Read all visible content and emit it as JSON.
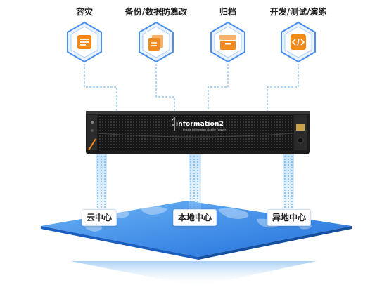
{
  "features": [
    {
      "label": "容灾",
      "icon": "disaster-recovery-icon"
    },
    {
      "label": "备份/数据防篡改",
      "icon": "backup-icon"
    },
    {
      "label": "归档",
      "icon": "archive-icon"
    },
    {
      "label": "开发/测试/演练",
      "icon": "code-icon"
    }
  ],
  "device": {
    "brand": "information2",
    "brand_sub": "Enable Information Quality Forever"
  },
  "locations": [
    {
      "label": "云中心"
    },
    {
      "label": "本地中心"
    },
    {
      "label": "异地中心"
    }
  ],
  "colors": {
    "accent": "#f08a1c",
    "hex_border": "#4a8fe8",
    "line": "#4a9be0",
    "map": "#2f86e6"
  }
}
